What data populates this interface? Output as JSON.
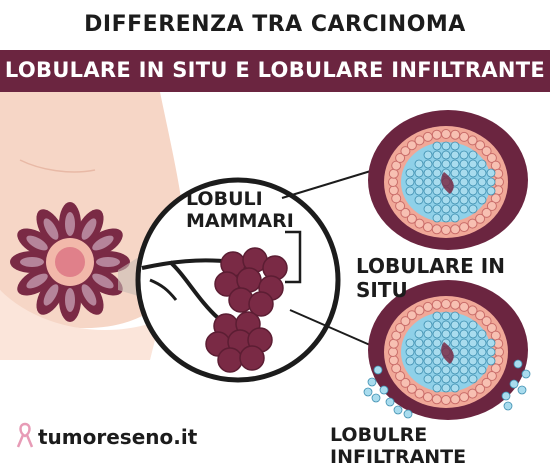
{
  "header": {
    "title_line1": "DIFFERENZA TRA CARCINOMA",
    "title_line2": "LOBULARE IN SITU E LOBULARE INFILTRANTE"
  },
  "labels": {
    "lobuli_line1": "LOBULI",
    "lobuli_line2": "MAMMARI",
    "in_situ": "LOBULARE IN SITU",
    "infiltrante": "LOBULRE INFILTRANTE"
  },
  "brand": {
    "logo_text": "tumoreseno.it",
    "logo_icon": "pink-ribbon-icon"
  },
  "colors": {
    "banner": "#6b2540",
    "skin": "#f6d6c6",
    "lobule": "#7a2a45",
    "nucleus": "#8a3a52",
    "membrane": "#f0a898",
    "cancer_cell": "#8fd0e8"
  }
}
